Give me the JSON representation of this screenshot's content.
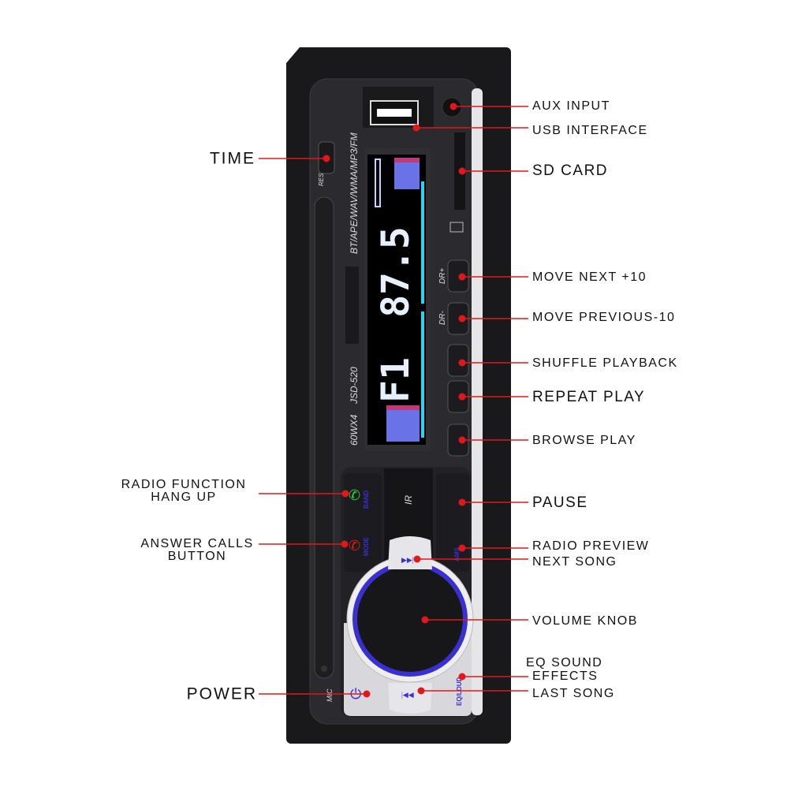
{
  "device": {
    "formats": "BT/APE/WAV/WMA/MP3/FM",
    "model": "JSD-520",
    "power_rating": "60WX4",
    "frequency": "87.5",
    "band": "F1",
    "res_label": "RES",
    "dr_plus": "DR+",
    "dr_minus": "DR-",
    "mic_label": "MIC",
    "ir_label": "IR",
    "eq_label": "EQ/LOUD",
    "band_button": "BAND",
    "mode_button": "MODE",
    "ams_button": "AMS"
  },
  "annotations": {
    "aux_input": "AUX INPUT",
    "usb_interface": "USB INTERFACE",
    "sd_card": "SD CARD",
    "move_next": "MOVE NEXT +10",
    "move_previous": "MOVE PREVIOUS-10",
    "shuffle": "SHUFFLE PLAYBACK",
    "repeat": "REPEAT PLAY",
    "browse": "BROWSE PLAY",
    "pause": "PAUSE",
    "radio_preview": "RADIO PREVIEW",
    "next_song": "NEXT SONG",
    "volume_knob": "VOLUME KNOB",
    "eq_line1": "EQ SOUND",
    "eq_line2": "EFFECTS",
    "last_song": "LAST SONG",
    "time": "TIME",
    "radio_function_line1": "RADIO FUNCTION",
    "radio_function_line2": "HANG UP",
    "answer_calls_line1": "ANSWER CALLS",
    "answer_calls_line2": "BUTTON",
    "power": "POWER"
  },
  "colors": {
    "accent_line": "#e0181b",
    "knob_ring": "#3a2fd0",
    "display_cyan": "#2ad4f0"
  }
}
